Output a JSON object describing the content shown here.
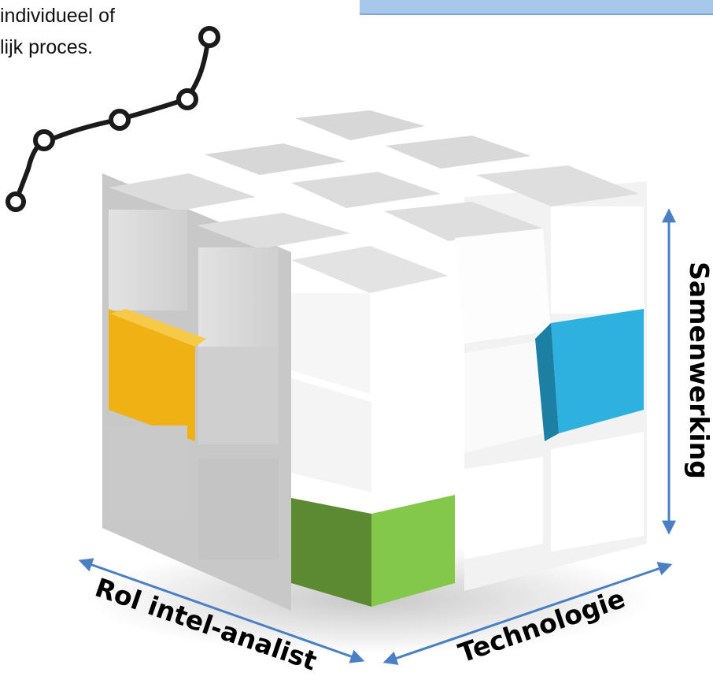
{
  "intro_text": {
    "line1": "individueel of",
    "line2": "lijk proces."
  },
  "axes": {
    "vertical": "Samenwerking",
    "left_diagonal": "Rol intel-analist",
    "right_diagonal": "Technologie"
  },
  "colors": {
    "axis_arrow": "#4a7fc4",
    "banner": "#a7c8ea",
    "cube_white": "#ffffff",
    "cube_grey": "#dcdcdc",
    "accent_yellow": "#f0b21a",
    "accent_blue": "#2eb1de",
    "accent_green": "#72b842"
  },
  "icons": {
    "timeline": "node-path-icon"
  }
}
